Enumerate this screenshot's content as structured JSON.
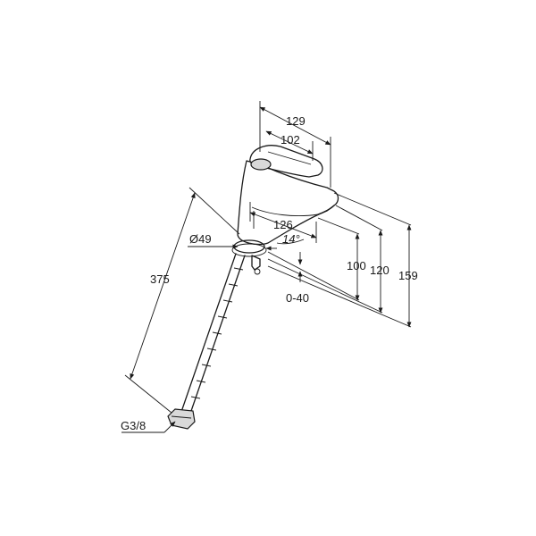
{
  "dimensions": {
    "width_129": "129",
    "width_102": "102",
    "reach_126": "126",
    "angle_14": "14°",
    "diameter_49": "Ø49",
    "height_100": "100",
    "height_120": "120",
    "height_159": "159",
    "length_375": "375",
    "range_0_40": "0-40",
    "thread_g38": "G3/8"
  }
}
